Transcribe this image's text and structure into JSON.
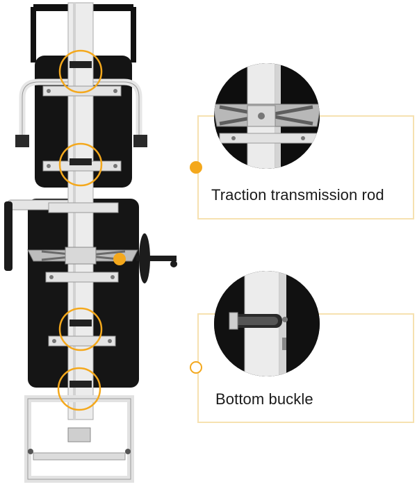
{
  "product_image": {
    "subject": "stair-climbing chair frame, front view",
    "accent_color": "#f4a81c",
    "frame_color": "#e9e9e9",
    "cushion_color": "#141414"
  },
  "callouts": [
    {
      "label": "Traction transmission rod",
      "marker": "filled",
      "detail_icon": "scissor-linkage-closeup"
    },
    {
      "label": "Bottom buckle",
      "marker": "hollow",
      "detail_icon": "buckle-pin-closeup"
    }
  ]
}
